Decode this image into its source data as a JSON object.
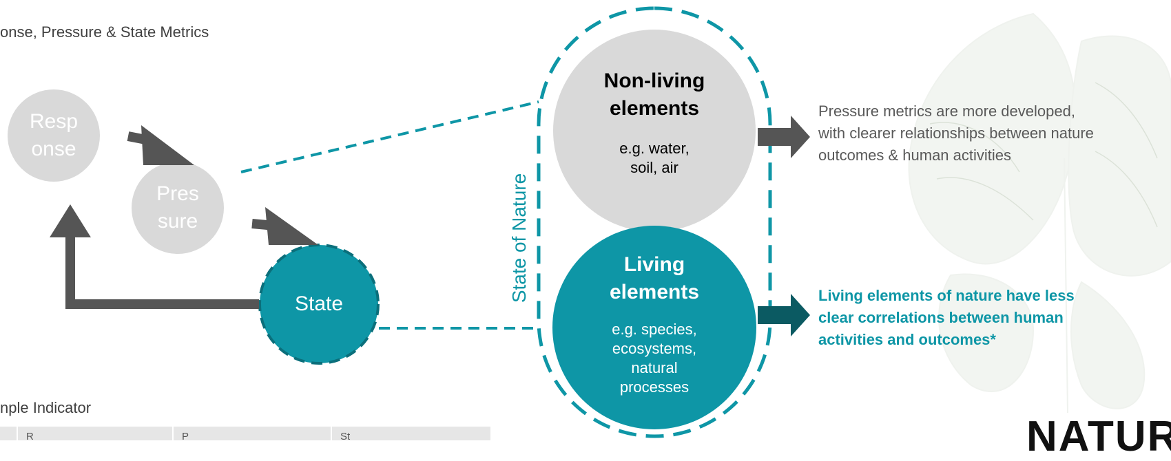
{
  "header": {
    "subtitle": "onse, Pressure & State Metrics"
  },
  "cycle": {
    "response_label": "Resp\nonse",
    "pressure_label": "Pres\nsure",
    "state_label": "State"
  },
  "state_of_nature_label": "State of Nature",
  "non_living": {
    "title": "Non-living\nelements",
    "examples": "e.g. water,\nsoil, air"
  },
  "living": {
    "title": "Living\nelements",
    "examples": "e.g. species,\necosystems,\nnatural\nprocesses"
  },
  "notes": {
    "pressure_note": "Pressure metrics are more developed,\nwith clearer relationships between nature\noutcomes & human activities",
    "living_note": "Living elements of nature have less\nclear correlations between human\nactivities and outcomes*"
  },
  "example_indicator": {
    "label": "nple Indicator",
    "columns": [
      "",
      "R",
      "P",
      "St"
    ]
  },
  "logo": {
    "text": "NATURE"
  },
  "colors": {
    "teal": "#0e96a6",
    "light_gray_circle": "#d9d9d9",
    "dark_arrow": "#555555",
    "dark_teal_arrow": "#0b5a62",
    "body_text": "#404040",
    "note_gray": "#595959"
  },
  "icons": [
    "butterfly-watermark"
  ]
}
